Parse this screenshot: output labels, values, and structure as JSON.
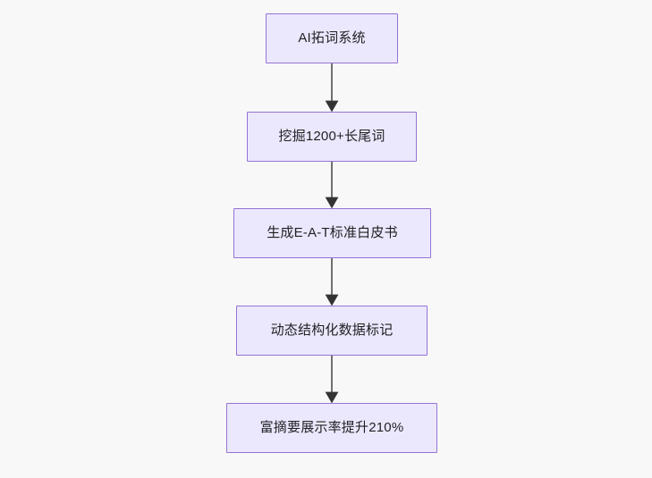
{
  "diagram": {
    "type": "flowchart",
    "orientation": "top-to-bottom",
    "background_color": "#f8f8f9",
    "node_fill_color": "#ebe8fd",
    "node_border_color": "#9673d4",
    "node_text_color": "#1f2023",
    "edge_color": "#707070",
    "arrowhead_color": "#333333",
    "nodes": [
      {
        "id": "n0",
        "label": "AI拓词系统"
      },
      {
        "id": "n1",
        "label": "挖掘1200+长尾词"
      },
      {
        "id": "n2",
        "label": "生成E-A-T标准白皮书"
      },
      {
        "id": "n3",
        "label": "动态结构化数据标记"
      },
      {
        "id": "n4",
        "label": "富摘要展示率提升210%"
      }
    ],
    "edges": [
      {
        "from": "n0",
        "to": "n1",
        "label": ""
      },
      {
        "from": "n1",
        "to": "n2",
        "label": ""
      },
      {
        "from": "n2",
        "to": "n3",
        "label": ""
      },
      {
        "from": "n3",
        "to": "n4",
        "label": ""
      }
    ]
  }
}
